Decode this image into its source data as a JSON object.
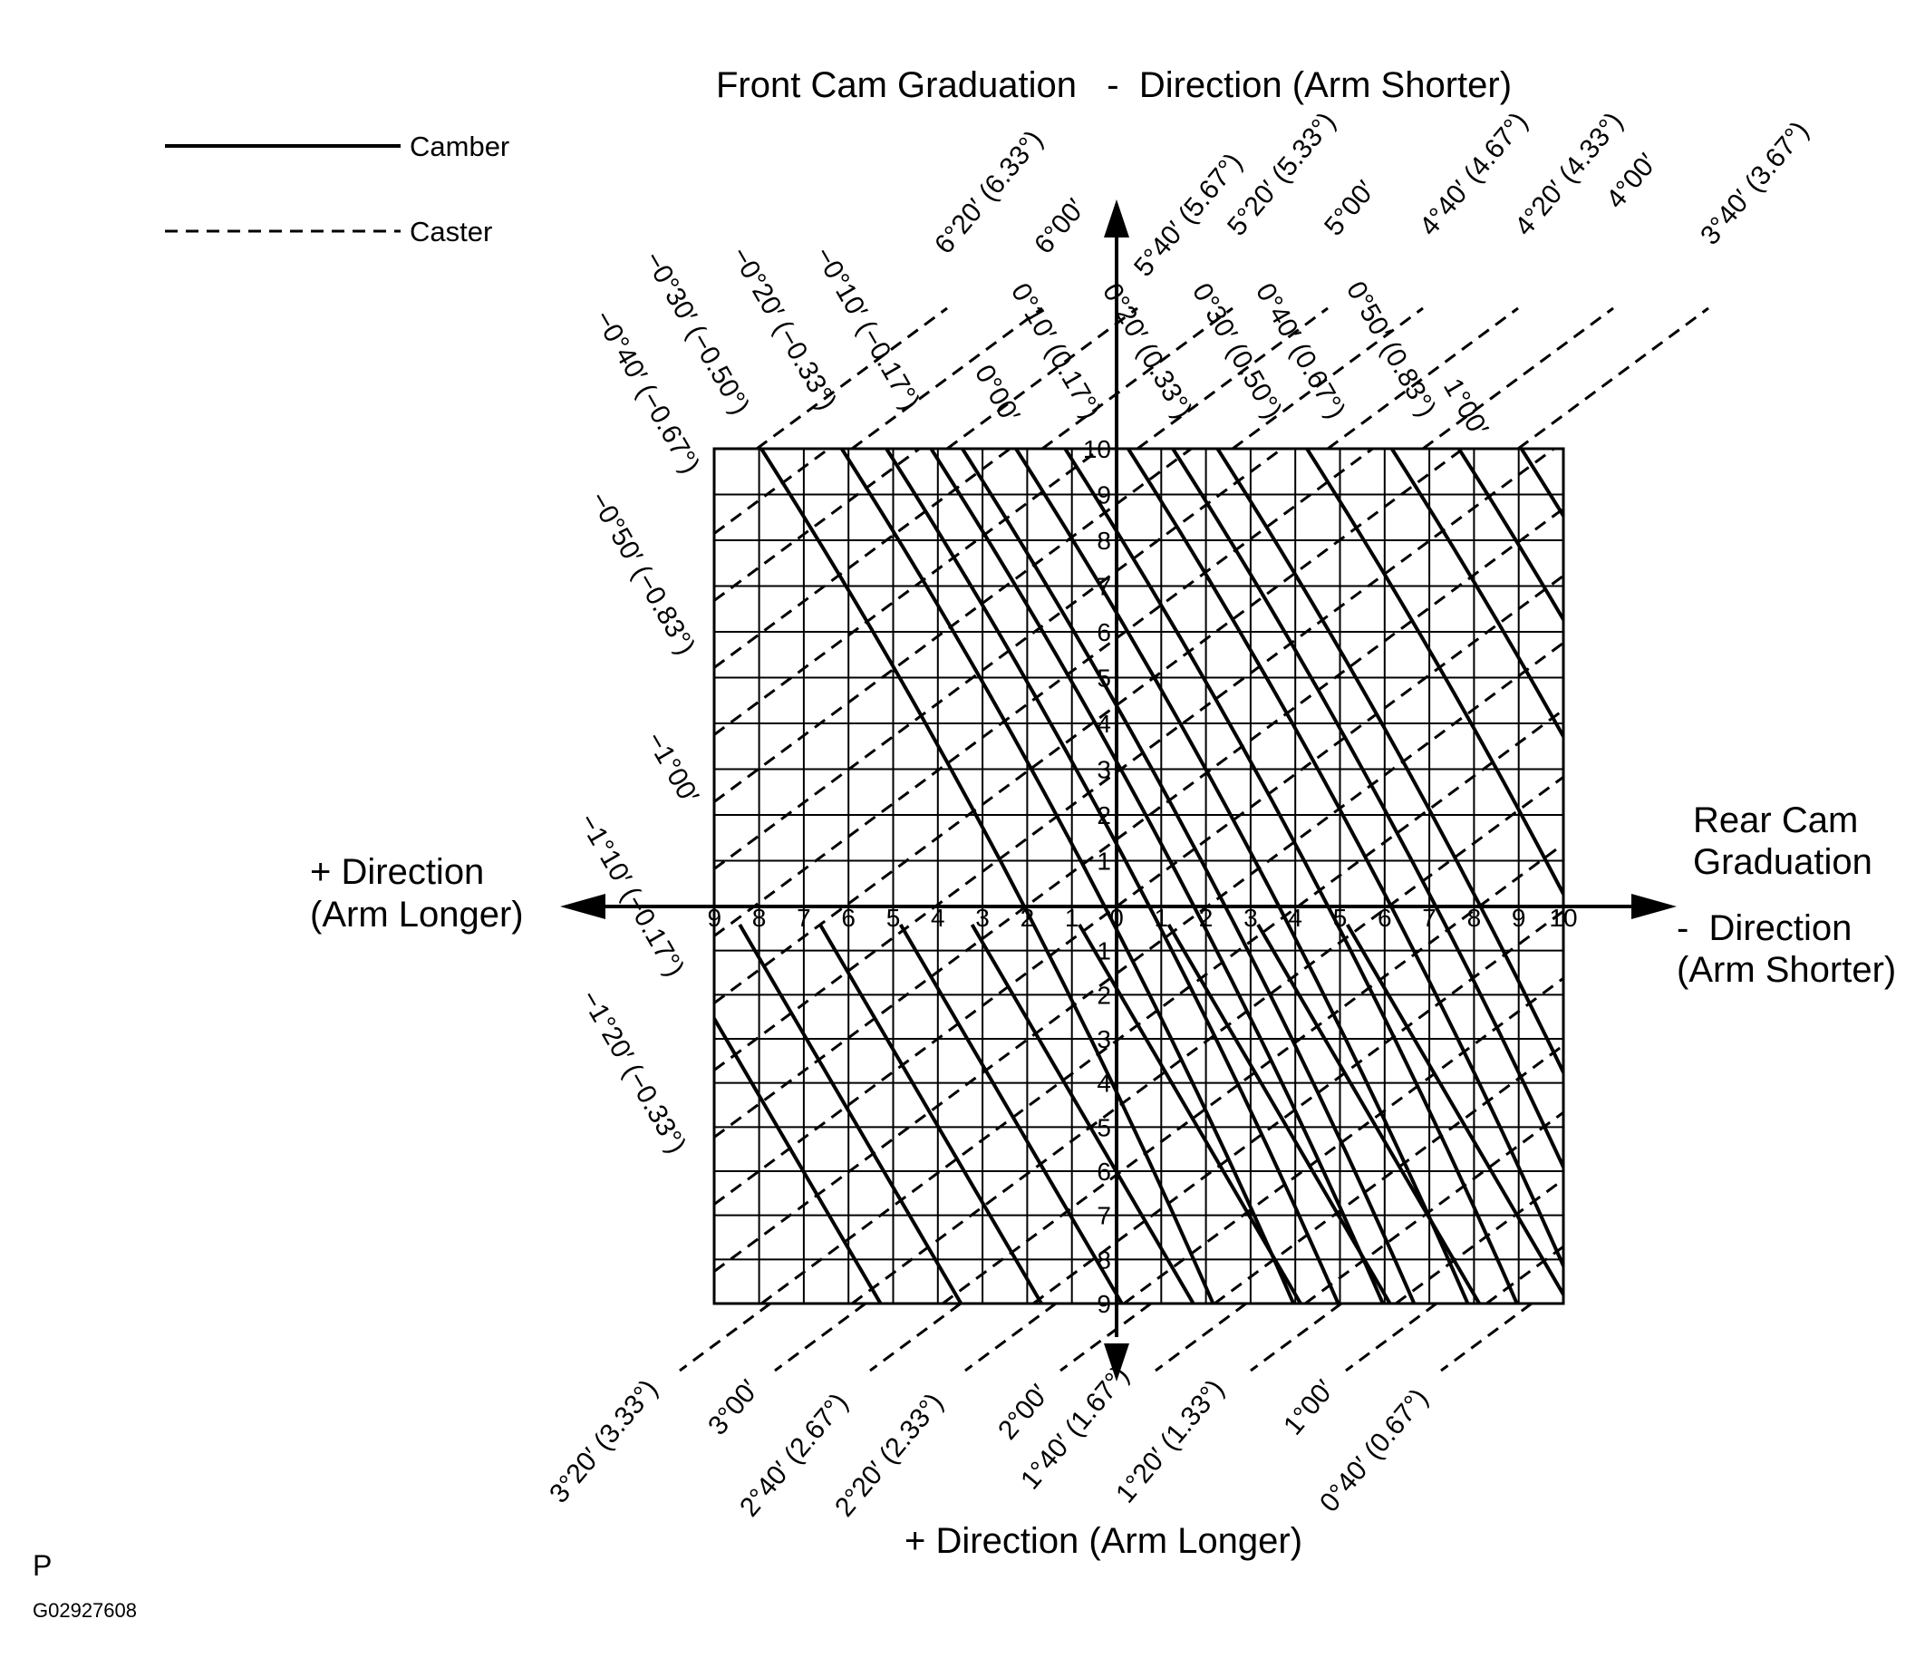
{
  "titles": {
    "top": "Front Cam Graduation   -  Direction (Arm Shorter)",
    "bottom": "+ Direction (Arm Longer)",
    "left_line1": "+ Direction",
    "left_line2": "(Arm Longer)",
    "right_line1": "Rear Cam",
    "right_line2": "Graduation",
    "right_line3": "-  Direction",
    "right_line4": "(Arm Shorter)"
  },
  "legend": {
    "camber": "Camber",
    "caster": "Caster"
  },
  "footer": {
    "letter": "P",
    "code": "G02927608"
  },
  "ticks": {
    "x": [
      "9",
      "8",
      "7",
      "6",
      "5",
      "4",
      "3",
      "2",
      "1",
      "0",
      "1",
      "2",
      "3",
      "4",
      "5",
      "6",
      "7",
      "8",
      "9",
      "10"
    ],
    "y_up": [
      "10",
      "9",
      "8",
      "7",
      "6",
      "5",
      "4",
      "3",
      "2",
      "1"
    ],
    "y_down": [
      "1",
      "2",
      "3",
      "4",
      "5",
      "6",
      "7",
      "8",
      "9"
    ]
  },
  "camber_labels": [
    "−0°40′ (−0.67°)",
    "−0°30′ (−0.50°)",
    "−0°20′ (−0.33°)",
    "−0°10′ (−0.17°)",
    "0°00′",
    "0°10′ (0.17°)",
    "0°20′ (0.33°)",
    "0°30′ (0.50°)",
    "0°40′ (0.67°)",
    "0°50′ (0.83°)",
    "1°00′",
    "−0°50′ (−0.83°)",
    "−1°00′",
    "−1°10′ (−0.17°)",
    "−1°20′ (−0.33°)"
  ],
  "caster_labels_top": [
    "6°20′ (6.33°)",
    "6°00′",
    "5°40′ (5.67°)",
    "5°20′ (5.33°)",
    "5°00′",
    "4°40′ (4.67°)",
    "4°20′ (4.33°)",
    "4°00′",
    "3°40′ (3.67°)"
  ],
  "caster_labels_bottom": [
    "3°20′ (3.33°)",
    "3°00′",
    "2°40′ (2.67°)",
    "2°20′ (2.33°)",
    "2°00′",
    "1°40′ (1.67°)",
    "1°20′ (1.33°)",
    "1°00′",
    "0°40′ (0.67°)"
  ]
}
